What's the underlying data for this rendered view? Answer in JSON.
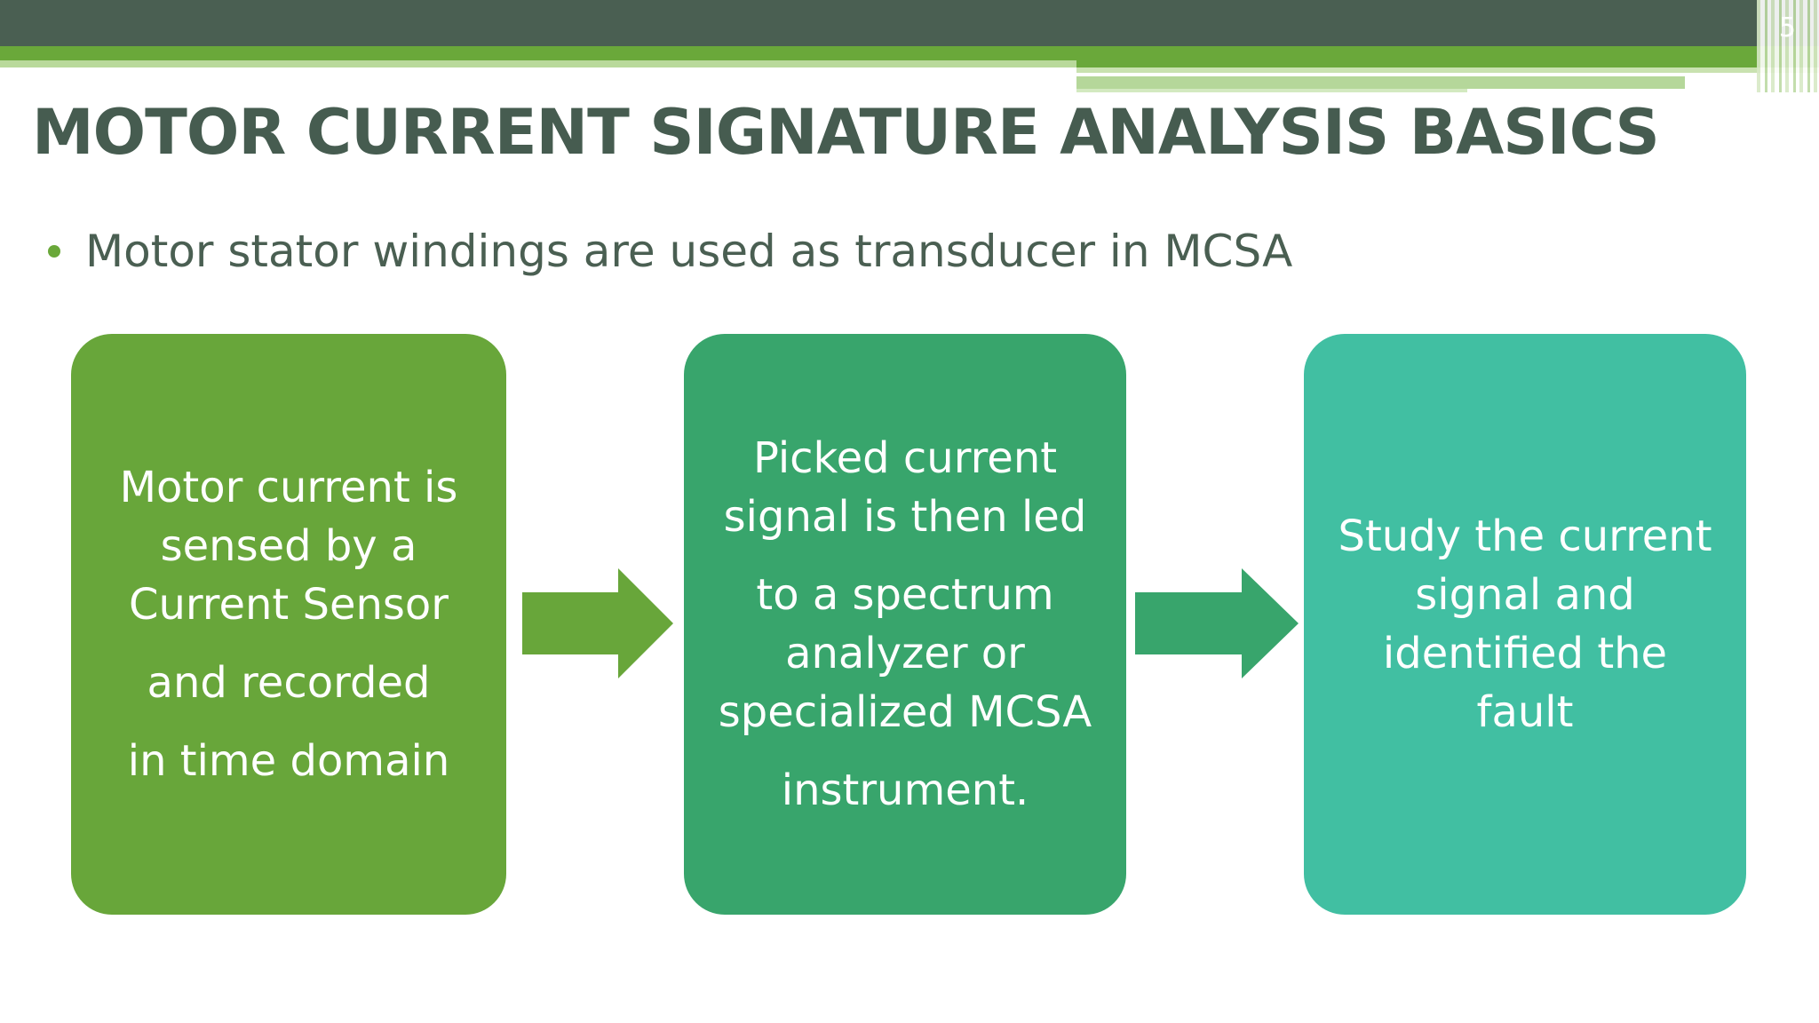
{
  "slide_number": "5",
  "title": "MOTOR CURRENT SIGNATURE ANALYSIS BASICS",
  "bullet": "Motor stator windings are used as transducer in MCSA",
  "colors": {
    "header_dark": "#4a5f52",
    "header_green": "#6aa83a",
    "box1": "#68a63a",
    "box2": "#38a56c",
    "box3": "#41bfa2"
  },
  "steps": [
    {
      "lines": [
        "Motor current is",
        "sensed by a",
        "Current Sensor",
        "and recorded",
        "in time domain"
      ]
    },
    {
      "lines": [
        "Picked current",
        "signal is then led",
        "to a spectrum",
        "analyzer or",
        "specialized MCSA",
        "instrument."
      ]
    },
    {
      "lines": [
        "Study the current",
        "signal and",
        "identified the",
        "fault"
      ]
    }
  ]
}
